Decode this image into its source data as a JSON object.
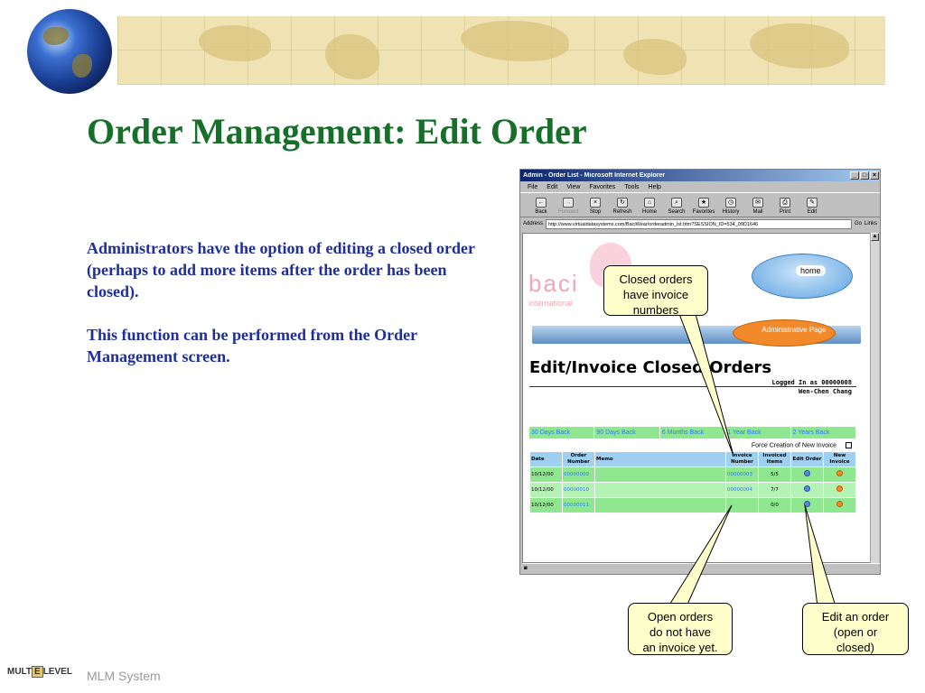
{
  "slide": {
    "title": "Order Management: Edit Order",
    "paragraphs": [
      "Administrators have the option of editing a closed order (perhaps to add more items after the order has been closed).",
      "This function can be performed from the Order Management screen."
    ],
    "footer": "MLM System",
    "footer_logo": {
      "left": "MULT",
      "mid": "E",
      "right": "LEVEL"
    }
  },
  "browser": {
    "title": "Admin - Order List - Microsoft Internet Explorer",
    "menu": [
      "File",
      "Edit",
      "View",
      "Favorites",
      "Tools",
      "Help"
    ],
    "toolbar": [
      "Back",
      "Forward",
      "Stop",
      "Refresh",
      "Home",
      "Search",
      "Favorites",
      "History",
      "Mail",
      "Print",
      "Edit"
    ],
    "address_label": "Address",
    "address": "http://www.virtualdatasystems.com/BaciWear/orderadmin_lst.htm?SESSION_ID=534_09D1646",
    "go": "Go",
    "links": "Links"
  },
  "webpage": {
    "logo": "baci",
    "logo_sub": "international",
    "home": "home",
    "admin_page": "Administrative Page",
    "heading": "Edit/Invoice Closed Orders",
    "logged_in": "Logged In as 00000008",
    "user": "Wen-Chen Chang",
    "filters": [
      "30 Days Back",
      "90 Days Back",
      "6 Months Back",
      "1 Year Back",
      "2 Years Back"
    ],
    "force_label": "Force Creation of New Invoice",
    "columns": [
      "Date",
      "Order Number",
      "Memo",
      "Invoice Number",
      "Invoiced Items",
      "Edit Order",
      "New Invoice"
    ],
    "rows": [
      {
        "date": "10/12/00",
        "order": "00000009",
        "memo": "",
        "invoice": "00000003",
        "items": "5/5"
      },
      {
        "date": "10/12/00",
        "order": "00000010",
        "memo": "",
        "invoice": "00000004",
        "items": "7/7"
      },
      {
        "date": "10/12/00",
        "order": "00000011",
        "memo": "",
        "invoice": "",
        "items": "0/0"
      }
    ]
  },
  "callouts": {
    "closed": [
      "Closed orders",
      "have invoice",
      "numbers"
    ],
    "open": [
      "Open orders",
      "do not have",
      "an invoice yet."
    ],
    "edit": [
      "Edit an order",
      "(open or",
      "closed)"
    ]
  },
  "colors": {
    "title": "#16702a",
    "body": "#1f2f9a",
    "callout_fill": "#ffffcc",
    "table_row": "#8fe88f",
    "table_header": "#9fd0f2"
  }
}
